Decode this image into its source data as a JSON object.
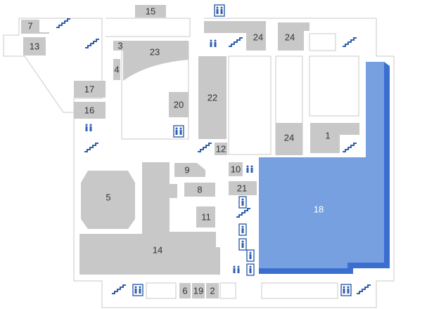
{
  "map": {
    "rooms": {
      "r1": "1",
      "r2": "2",
      "r3": "3",
      "r4": "4",
      "r5": "5",
      "r6": "6",
      "r7": "7",
      "r8": "8",
      "r9": "9",
      "r10": "10",
      "r11": "11",
      "r12": "12",
      "r13": "13",
      "r14": "14",
      "r15": "15",
      "r16": "16",
      "r17": "17",
      "r18": "18",
      "r19": "19",
      "r20": "20",
      "r21": "21",
      "r22": "22",
      "r23": "23",
      "r24a": "24",
      "r24b": "24"
    },
    "highlighted_room": "18"
  },
  "colors": {
    "room_fill": "#c8c8c8",
    "highlight_fill": "#76a0e0",
    "highlight_shadow": "#3a6fd0",
    "icon_color": "#2f5fae",
    "outline": "#c8c8c8"
  },
  "icons": [
    "stairs-icon",
    "restroom-icon"
  ]
}
